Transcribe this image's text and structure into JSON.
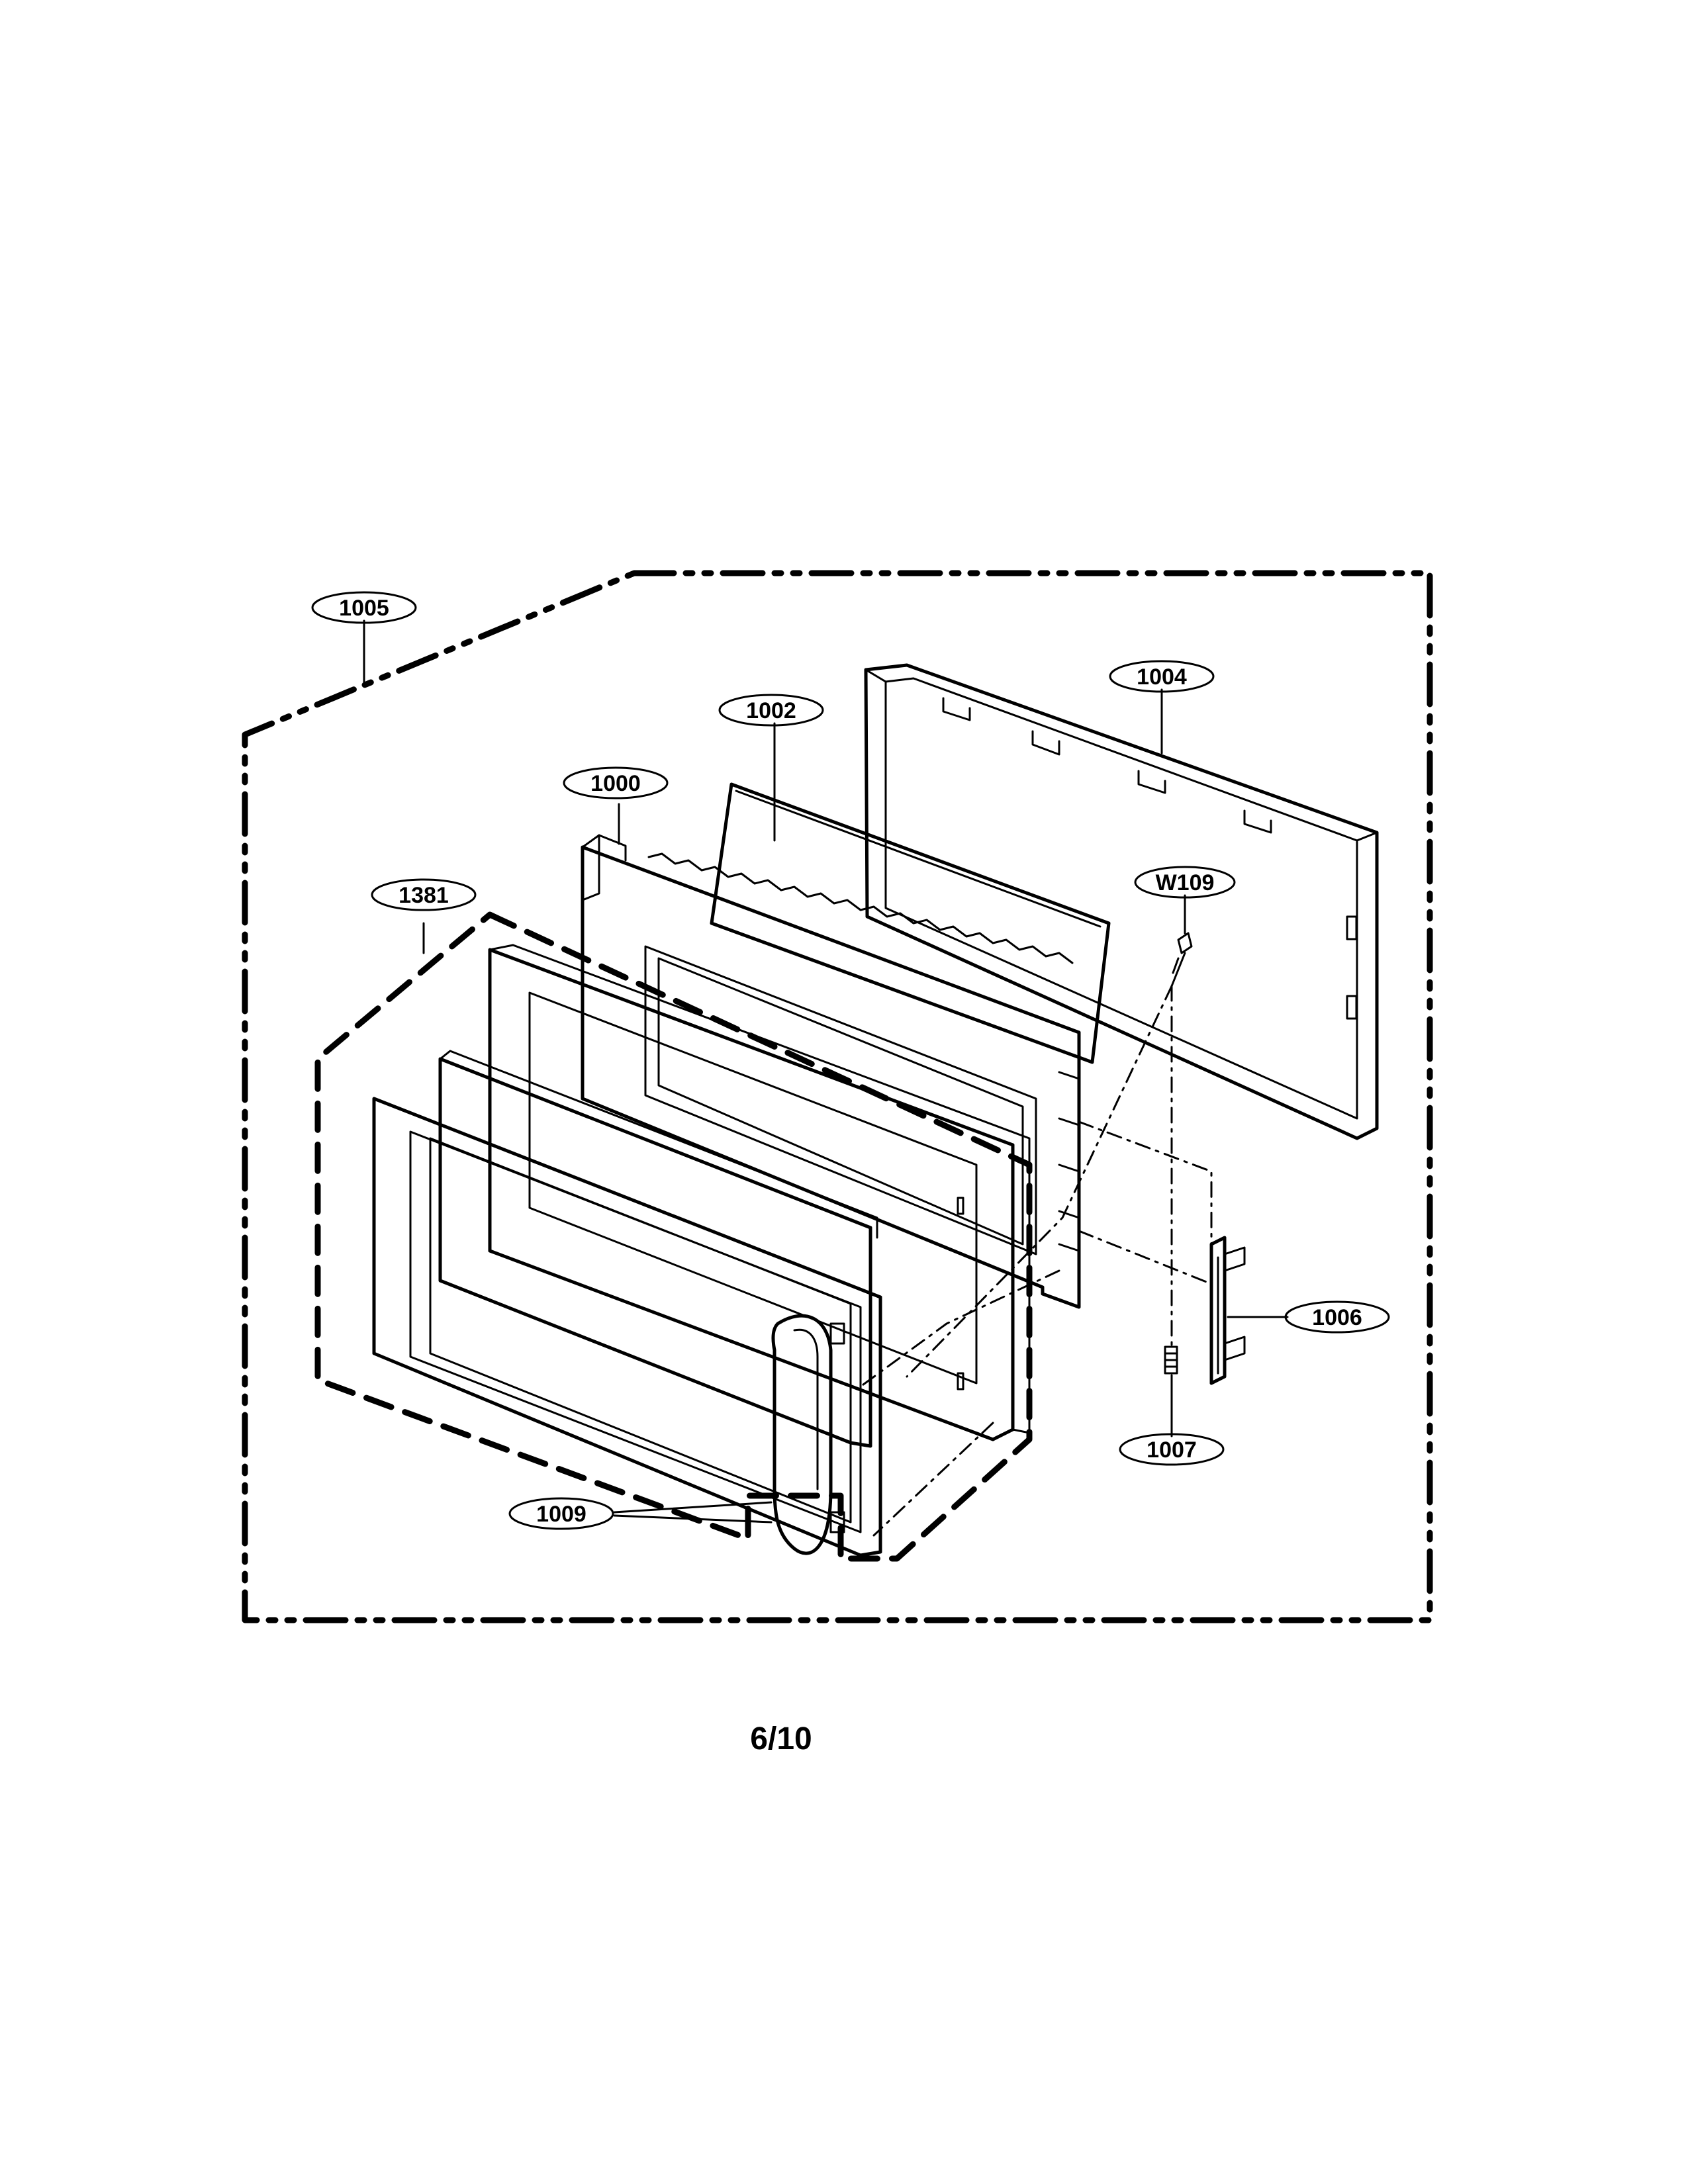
{
  "page": {
    "number": "6/10"
  },
  "callouts": [
    {
      "id": "1005",
      "label": "1005"
    },
    {
      "id": "1004",
      "label": "1004"
    },
    {
      "id": "1002",
      "label": "1002"
    },
    {
      "id": "1000",
      "label": "1000"
    },
    {
      "id": "1381",
      "label": "1381"
    },
    {
      "id": "W109",
      "label": "W109"
    },
    {
      "id": "1006",
      "label": "1006"
    },
    {
      "id": "1007",
      "label": "1007"
    },
    {
      "id": "1009",
      "label": "1009"
    }
  ]
}
